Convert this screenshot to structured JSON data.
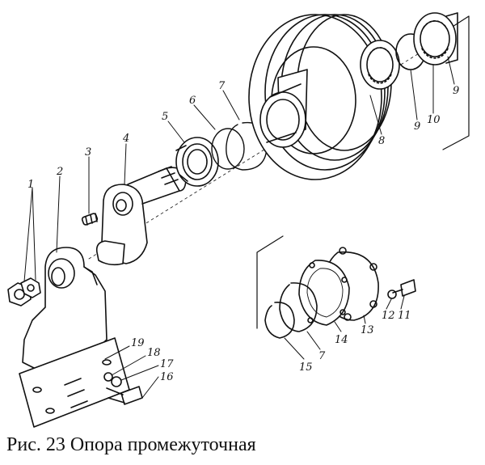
{
  "caption": "Рис. 23 Опора промежуточная",
  "callouts": {
    "c1": "1",
    "c2": "2",
    "c3": "3",
    "c4": "4",
    "c5": "5",
    "c6": "6",
    "c7a": "7",
    "c8": "8",
    "c9a": "9",
    "c9b": "9",
    "c10": "10",
    "c11": "11",
    "c12": "12",
    "c13": "13",
    "c14": "14",
    "c7b": "7",
    "c15": "15",
    "c16": "16",
    "c17": "17",
    "c18": "18",
    "c19": "19"
  },
  "colors": {
    "ink": "#111111",
    "paper": "#ffffff"
  }
}
